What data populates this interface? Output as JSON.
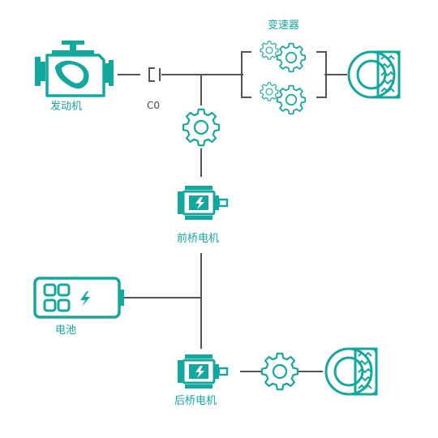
{
  "labels": {
    "engine": "发动机",
    "clutch": "C0",
    "transmission": "变速器",
    "front_motor": "前桥电机",
    "battery": "电池",
    "rear_motor": "后桥电机"
  },
  "colors": {
    "accent": "#13a89e",
    "line": "#555555",
    "background": "#ffffff"
  },
  "icons": [
    "engine-icon",
    "clutch-icon",
    "gear-icon",
    "motor-icon",
    "battery-icon",
    "wheel-icon",
    "bolt-icon"
  ]
}
